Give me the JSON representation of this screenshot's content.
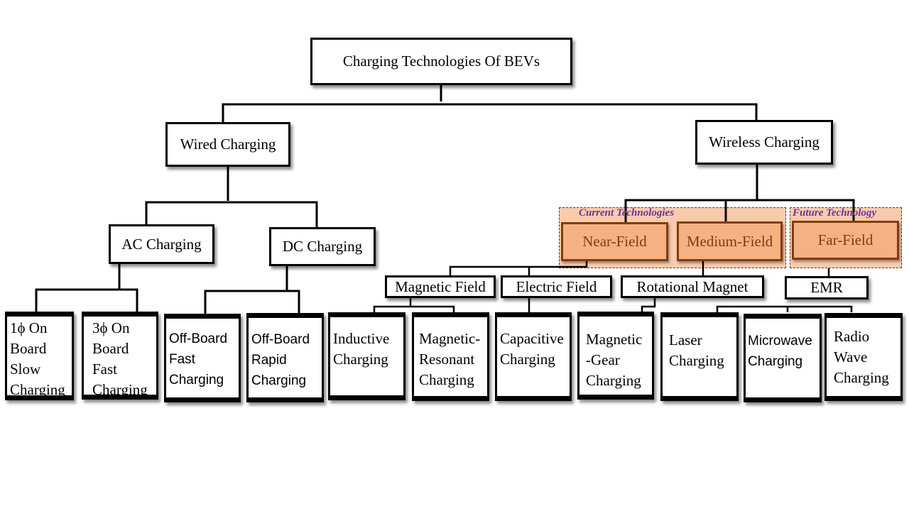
{
  "diagram": {
    "root": "Charging Technologies Of BEVs",
    "level1": {
      "wired": "Wired Charging",
      "wireless": "Wireless Charging"
    },
    "wired": {
      "ac": "AC Charging",
      "dc": "DC Charging"
    },
    "wireless": {
      "near": "Near-Field",
      "medium": "Medium-Field",
      "far": "Far-Field"
    },
    "groups": {
      "current": "Current Technologies",
      "future": "Future Technology"
    },
    "fields": {
      "magnetic": "Magnetic Field",
      "electric": "Electric Field",
      "rotational": "Rotational Magnet",
      "emr": "EMR"
    },
    "leaves": {
      "l1": [
        "1ϕ On",
        "Board",
        "Slow",
        "Charging"
      ],
      "l2": [
        "3ϕ On",
        "Board",
        "Fast",
        "Charging"
      ],
      "l3": [
        "Off-Board",
        "Fast",
        "Charging"
      ],
      "l4": [
        "Off-Board",
        "Rapid",
        "Charging"
      ],
      "l5": [
        "Inductive",
        "Charging"
      ],
      "l6": [
        "Magnetic-",
        "Resonant",
        "Charging"
      ],
      "l7": [
        "Capacitive",
        "Charging"
      ],
      "l8": [
        "Magnetic",
        "-Gear",
        "Charging"
      ],
      "l9": [
        "Laser",
        "Charging"
      ],
      "l10": [
        "Microwave",
        "Charging"
      ],
      "l11": [
        "Radio",
        "Wave",
        "Charging"
      ]
    },
    "colors": {
      "accent_fill": "#f4b183",
      "accent_border": "#843c0c",
      "group_label": "#7030a0"
    }
  }
}
